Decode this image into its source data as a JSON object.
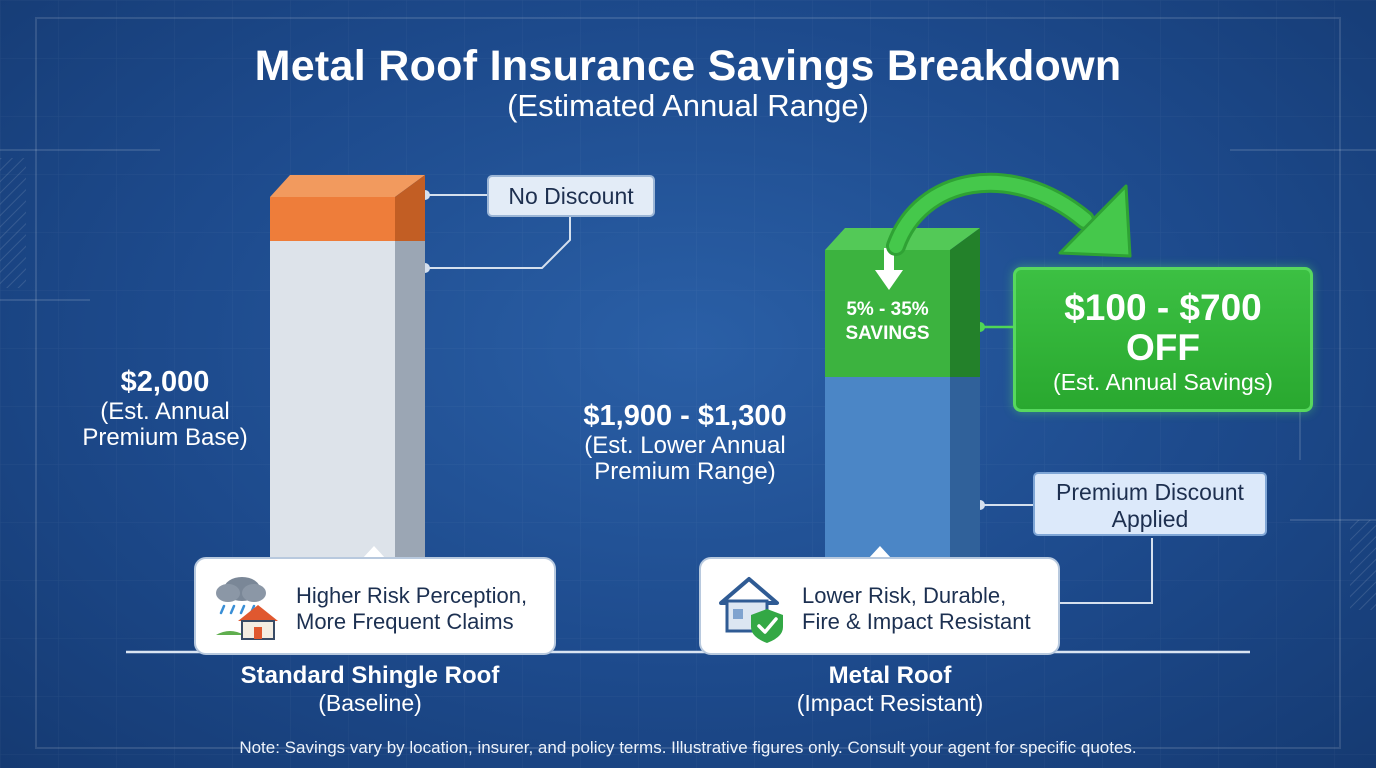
{
  "header": {
    "title": "Metal Roof Insurance Savings Breakdown",
    "subtitle": "(Estimated Annual Range)"
  },
  "chart_data": {
    "type": "bar",
    "categories": [
      "Standard Shingle Roof",
      "Metal Roof"
    ],
    "category_subtitles": [
      "(Baseline)",
      "(Impact Resistant)"
    ],
    "series": [
      {
        "name": "Annual premium",
        "values": [
          2000,
          1600
        ],
        "range": [
          null,
          [
            1300,
            1900
          ]
        ]
      }
    ],
    "bar_colors": [
      "#dde3ea",
      "#4b86c6"
    ],
    "top_segment_colors": [
      "#ee7d3a",
      "#3cb33f"
    ],
    "value_labels": [
      {
        "value": "$2,000",
        "lines": [
          "(Est. Annual",
          "Premium Base)"
        ]
      },
      {
        "value": "$1,900 - $1,300",
        "lines": [
          "(Est. Lower Annual",
          "Premium Range)"
        ]
      }
    ],
    "annotations": {
      "no_discount": "No Discount",
      "savings_segment": [
        "5% - 35%",
        "SAVINGS"
      ],
      "savings_amount": [
        "$100 - $700",
        "OFF"
      ],
      "savings_note": "(Est. Annual Savings)",
      "premium_discount": [
        "Premium Discount",
        "Applied"
      ]
    },
    "info_boxes": [
      {
        "icon": "storm-house-icon",
        "lines": [
          "Higher Risk Perception,",
          "More Frequent Claims"
        ]
      },
      {
        "icon": "shield-house-icon",
        "lines": [
          "Lower Risk, Durable,",
          "Fire & Impact Resistant"
        ]
      }
    ],
    "colors": {
      "accent_green": "#3cb33f",
      "orange": "#ee7d3a",
      "blue_bar": "#4b86c6",
      "background": "#1d4a8c"
    }
  },
  "footer": {
    "note": "Note: Savings vary by location, insurer, and policy terms. Illustrative figures only. Consult your agent for specific quotes."
  }
}
